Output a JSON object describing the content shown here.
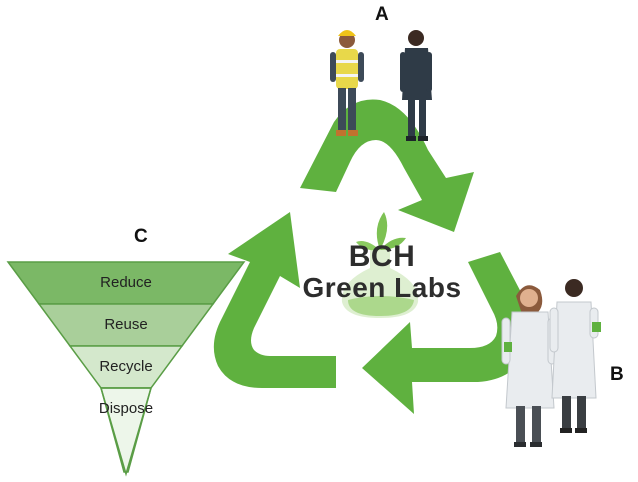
{
  "labels": {
    "a": "A",
    "b": "B",
    "c": "C"
  },
  "center": {
    "line1": "BCH",
    "line2": "Green Labs"
  },
  "hierarchy": {
    "tiers": [
      "Reduce",
      "Reuse",
      "Recycle",
      "Dispose"
    ]
  },
  "colors": {
    "arrow_green": "#5fb13f",
    "tier_reduce": "#7bb866",
    "tier_reuse": "#a9cf9a",
    "tier_recycle": "#d4e8cc",
    "tier_dispose": "#edf6ea",
    "tier_border": "#5a9d46",
    "figure_dark": "#2f3b47",
    "vest_yellow": "#e8d84a",
    "lab_coat": "#e9ecef"
  },
  "icons": {
    "center_icon": "flask-with-leaves-icon"
  }
}
